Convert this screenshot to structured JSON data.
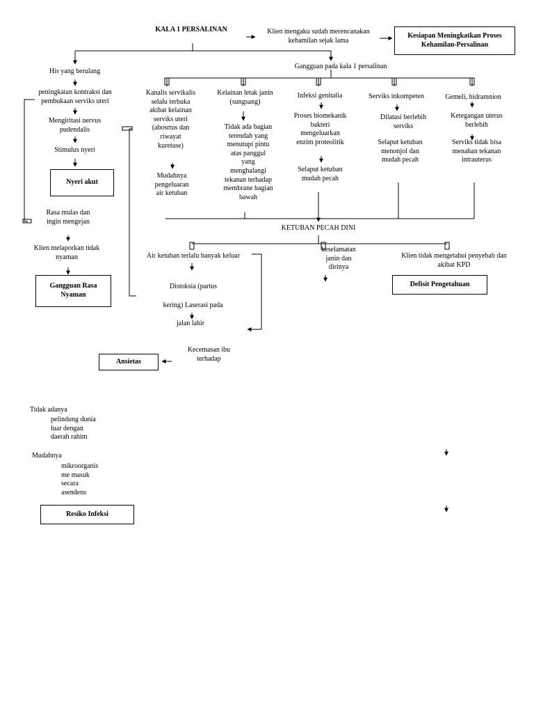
{
  "title": "KALA 1 PERSALINAN",
  "nodes": {
    "klien_mengaku": "Klien mengaku sudah merencanakan\nkehamilan sejak lama",
    "his": "His yang berulang",
    "peningkatan": "peningkatan kontraksi dan\npembukaan serviks uteri",
    "mengiritasi": "Mengiritasi nervus\npudendalis",
    "stimulus": "Stimulus nyeri",
    "rasa_mulas": "Rasa mulas dan\ningin mengejan",
    "klien_melaporkan": "Klien melaporkan tidak\nnyaman",
    "gangguan_kala1": "Gangguan pada kala 1 persalinan",
    "kanalis": "Kanalis servikalis\nselalu terbuka\nakibat kelainan\nserviks uteri\n(abosrtus dan\nriwayat\nkuretase)",
    "mudahnya_pengeluaran": "Mudahnya\npengeluaran\nair ketuban",
    "kelainan_letak": "Kelainan letak janin\n(sungsang)",
    "tidak_ada_bagian": "Tidak ada bagian\nterendah yang\nmenutupi pintu\natas panggul\nyang\nmenghalangi\ntekanan terhadap\nmembrane bagian\nbawah",
    "infeksi": "Infeksi genitalia",
    "proses_biomekanik": "Proses biomekanik\nbakteri\nmengeluarkan\nenzim proteolitik",
    "selaput_mudah_pecah": "Selaput ketuban\nmudah pecah",
    "serviks_inkompeten": "Serviks inkompeten",
    "dilatasi": "Dilatasi berlebih\nserviks",
    "selaput_menonjol": "Selaput ketuban\nmenonjol dan\nmudah pecah",
    "gemeli": "Gemeli, hidramnion",
    "ketegangan": "Ketegangan uterus\nberlebih",
    "serviks_tidak_bisa": "Serviks tidak bisa\nmenahan tekanan\nintrauterus",
    "kpd": "KETUBAN PECAH DINI",
    "air_ketuban": "Air ketuban terlalu banyak keluar",
    "distoksia": "Distoksia (partus",
    "kering": "kering) Laserasi pada",
    "jalan_lahir": "jalan lahir",
    "keselamatan": "keselamatan\njanin dan\ndirinya",
    "klien_tidak_mengetahui": "Klien tidak mengetahui penyebab dan\nakibat KPD",
    "kecemasan": "Kecemasan ibu\nterhadap",
    "tidak_adanya": "Tidak adanya",
    "pelindung": "pelindung dunia\nluar dengan\ndaerah rahim",
    "mudahnya": "Mudahnya",
    "mikroorganis": "mikroorganis\nme masuk\nsecara\nasendens"
  },
  "diagnoses": {
    "kesiapan": "Kesiapan Meningkatkan Proses\nKehamilan-Persalinan",
    "nyeri": "Nyeri akut",
    "gangguan_rasa_nyaman": "Gangguan Rasa\nNyaman",
    "defisit": "Defisit Pengetahuan",
    "ansietas": "Ansietas",
    "resiko_infeksi": "Resiko Infeksi"
  }
}
